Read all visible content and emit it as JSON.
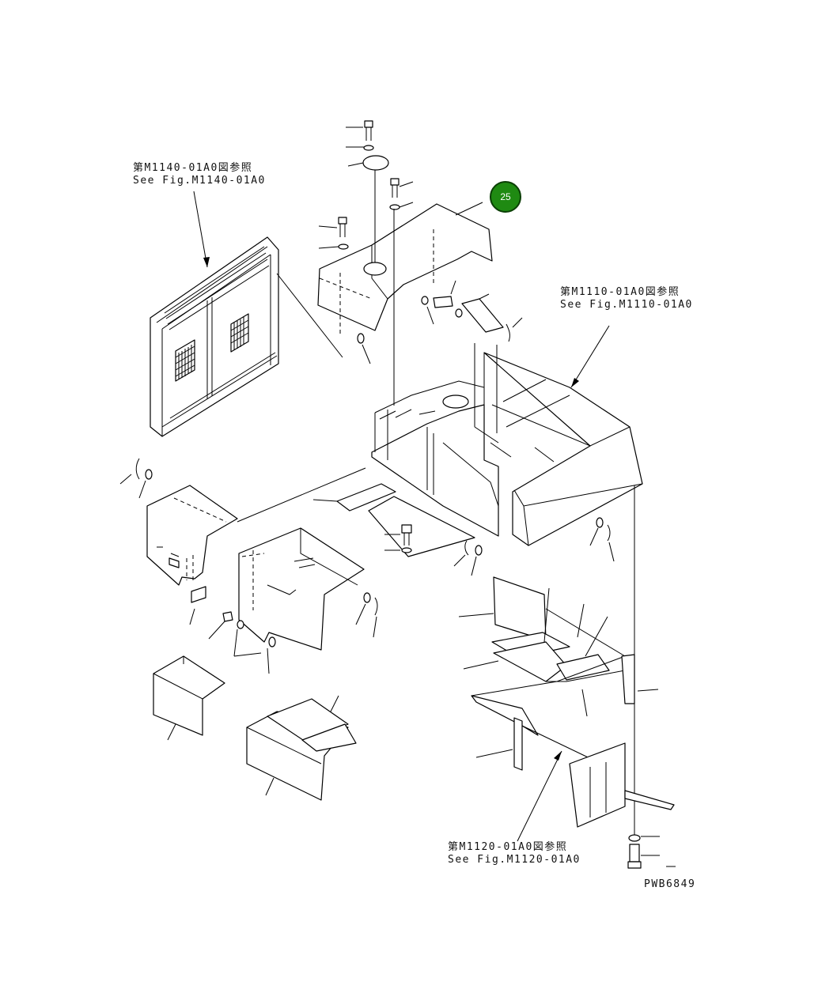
{
  "references": {
    "rear_cover": {
      "jp": "第M1140-01A0図参照",
      "en": "See Fig.M1140-01A0"
    },
    "cab_floor": {
      "jp": "第M1110-01A0図参照",
      "en": "See Fig.M1110-01A0"
    },
    "front_frame": {
      "jp": "第M1120-01A0図参照",
      "en": "See Fig.M1120-01A0"
    }
  },
  "callout": {
    "number": "25",
    "color": "#1f8a12"
  },
  "drawing_code": "PWB6849"
}
